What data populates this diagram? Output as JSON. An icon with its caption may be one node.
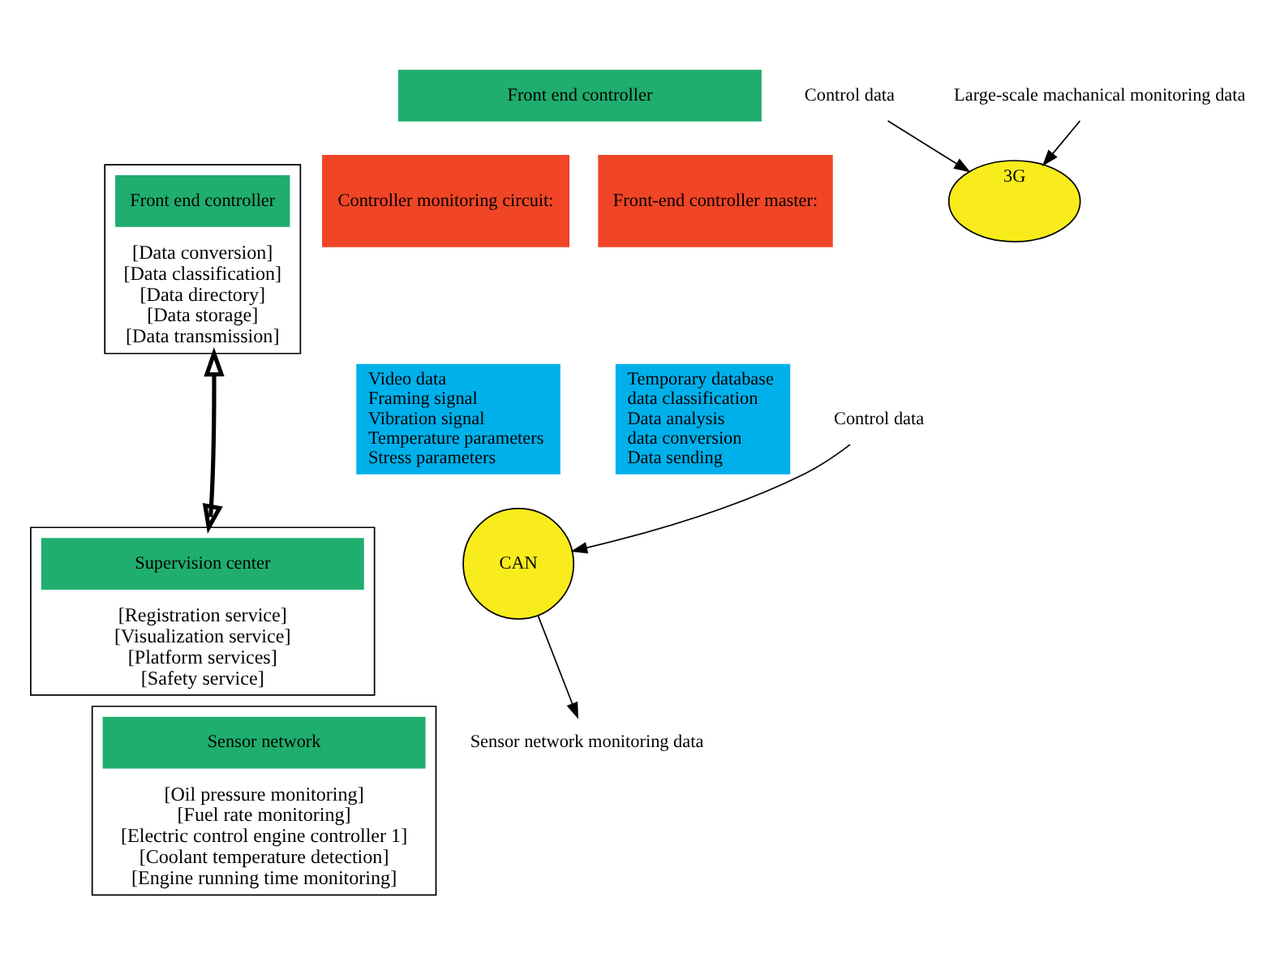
{
  "diagram": {
    "nodes": [
      {
        "text": [
          "Front end controller"
        ]
      },
      {
        "text": [
          "Controller monitoring circuit:"
        ]
      },
      {
        "text": [
          "Front-end controller master:"
        ]
      },
      {
        "text": [
          "Video data",
          "Framing signal",
          "Vibration signal",
          "Temperature parameters",
          "Stress parameters"
        ]
      },
      {
        "text": [
          "Temporary database",
          "data classification",
          "Data analysis",
          "data conversion",
          "Data sending"
        ]
      },
      {
        "text": [
          "CAN"
        ]
      },
      {
        "text": [
          "3G"
        ]
      },
      {
        "text": [
          "[Data conversion]",
          "[Data classification]",
          "[Data directory]",
          "[Data storage]",
          "[Data transmission]"
        ]
      },
      {
        "text": [
          "Front end controller"
        ],
        "in": 7
      },
      {
        "text": [
          "[Oil pressure monitoring]",
          "[Fuel rate monitoring]",
          "[Electric control engine controller 1]",
          "[Coolant temperature detection]",
          "[Engine running time monitoring]"
        ]
      },
      {
        "text": [
          "Sensor network"
        ],
        "in": 9
      },
      {
        "text": [
          "[Registration service]",
          "[Visualization service]",
          "[Platform services]",
          "[Safety service]"
        ]
      },
      {
        "text": [
          "Supervision center"
        ],
        "in": 11
      },
      {
        "text": [
          "Control data"
        ]
      },
      {
        "text": [
          "Large-scale machanical monitoring data"
        ]
      },
      {
        "text": [
          "Sensor network monitoring data"
        ]
      },
      {
        "text": [
          "Control data"
        ]
      }
    ],
    "edges": [
      {
        "from": 13,
        "to": 6,
        "arrow": "to"
      },
      {
        "from": 14,
        "to": 6,
        "arrow": "to"
      },
      {
        "from": 5,
        "to": 15,
        "arrow": "to"
      },
      {
        "from": 16,
        "to": 5,
        "arrow": "to"
      },
      {
        "from": 7,
        "to": 11,
        "arrow": "both",
        "style": "thick"
      }
    ]
  }
}
